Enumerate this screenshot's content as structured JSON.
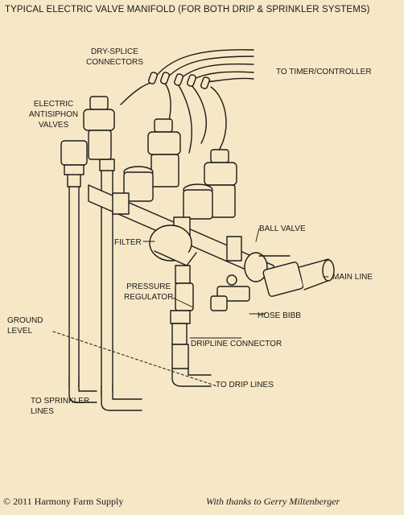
{
  "title": "TYPICAL ELECTRIC VALVE MANIFOLD (FOR BOTH DRIP & SPRINKLER SYSTEMS)",
  "labels": {
    "dry_splice": [
      "DRY-SPLICE",
      "CONNECTORS"
    ],
    "timer": "TO TIMER/CONTROLLER",
    "antisiphon": [
      "ELECTRIC",
      "ANTISIPHON",
      "VALVES"
    ],
    "ball_valve": "BALL VALVE",
    "main_line": "MAIN LINE",
    "filter": "FILTER",
    "pressure_regulator": [
      "PRESSURE",
      "REGULATOR"
    ],
    "hose_bibb": "HOSE BIBB",
    "ground_level": [
      "GROUND",
      "LEVEL"
    ],
    "dripline_connector": "DRIPLINE CONNECTOR",
    "to_drip_lines": "TO DRIP LINES",
    "to_sprinkler_lines": [
      "TO SPRINKLER",
      "LINES"
    ]
  },
  "footer": {
    "copyright": "© 2011 Harmony Farm Supply",
    "credit": "With thanks to Gerry Miltenberger"
  }
}
